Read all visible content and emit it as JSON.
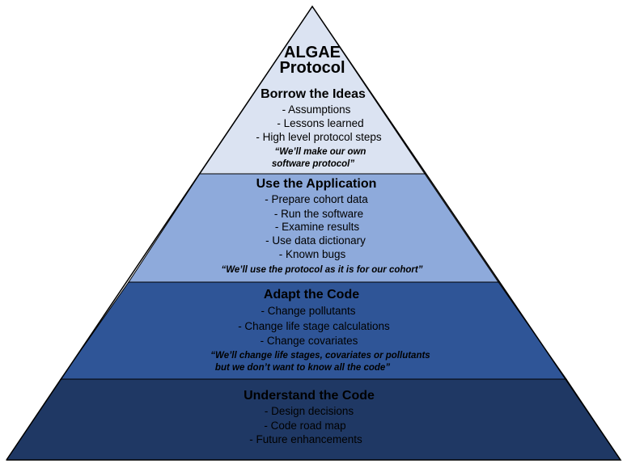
{
  "colors": {
    "tier1": "#dbe3f2",
    "tier2": "#8eaadb",
    "tier3": "#2f5597",
    "tier4": "#1f3864",
    "outline": "#000000"
  },
  "title_line1": "ALGAE",
  "title_line2": "Protocol",
  "tiers": [
    {
      "heading": "Borrow the Ideas",
      "items": [
        "- Assumptions",
        "- Lessons learned",
        "- High level protocol steps"
      ],
      "quote_line1": "“We’ll make our own",
      "quote_line2": "software protocol”"
    },
    {
      "heading": "Use the Application",
      "items": [
        "- Prepare cohort data",
        "- Run the software",
        "- Examine results",
        "- Use data dictionary",
        "- Known bugs"
      ],
      "quote_line1": "“We’ll use the protocol as it is for our cohort”"
    },
    {
      "heading": "Adapt the Code",
      "items": [
        "- Change pollutants",
        "- Change life stage calculations",
        "- Change covariates"
      ],
      "quote_line1": "“We’ll change life stages, covariates or pollutants",
      "quote_line2": "but we don’t want to know all the code”"
    },
    {
      "heading": "Understand the Code",
      "items": [
        "- Design decisions",
        "- Code road map",
        "- Future enhancements"
      ]
    }
  ]
}
